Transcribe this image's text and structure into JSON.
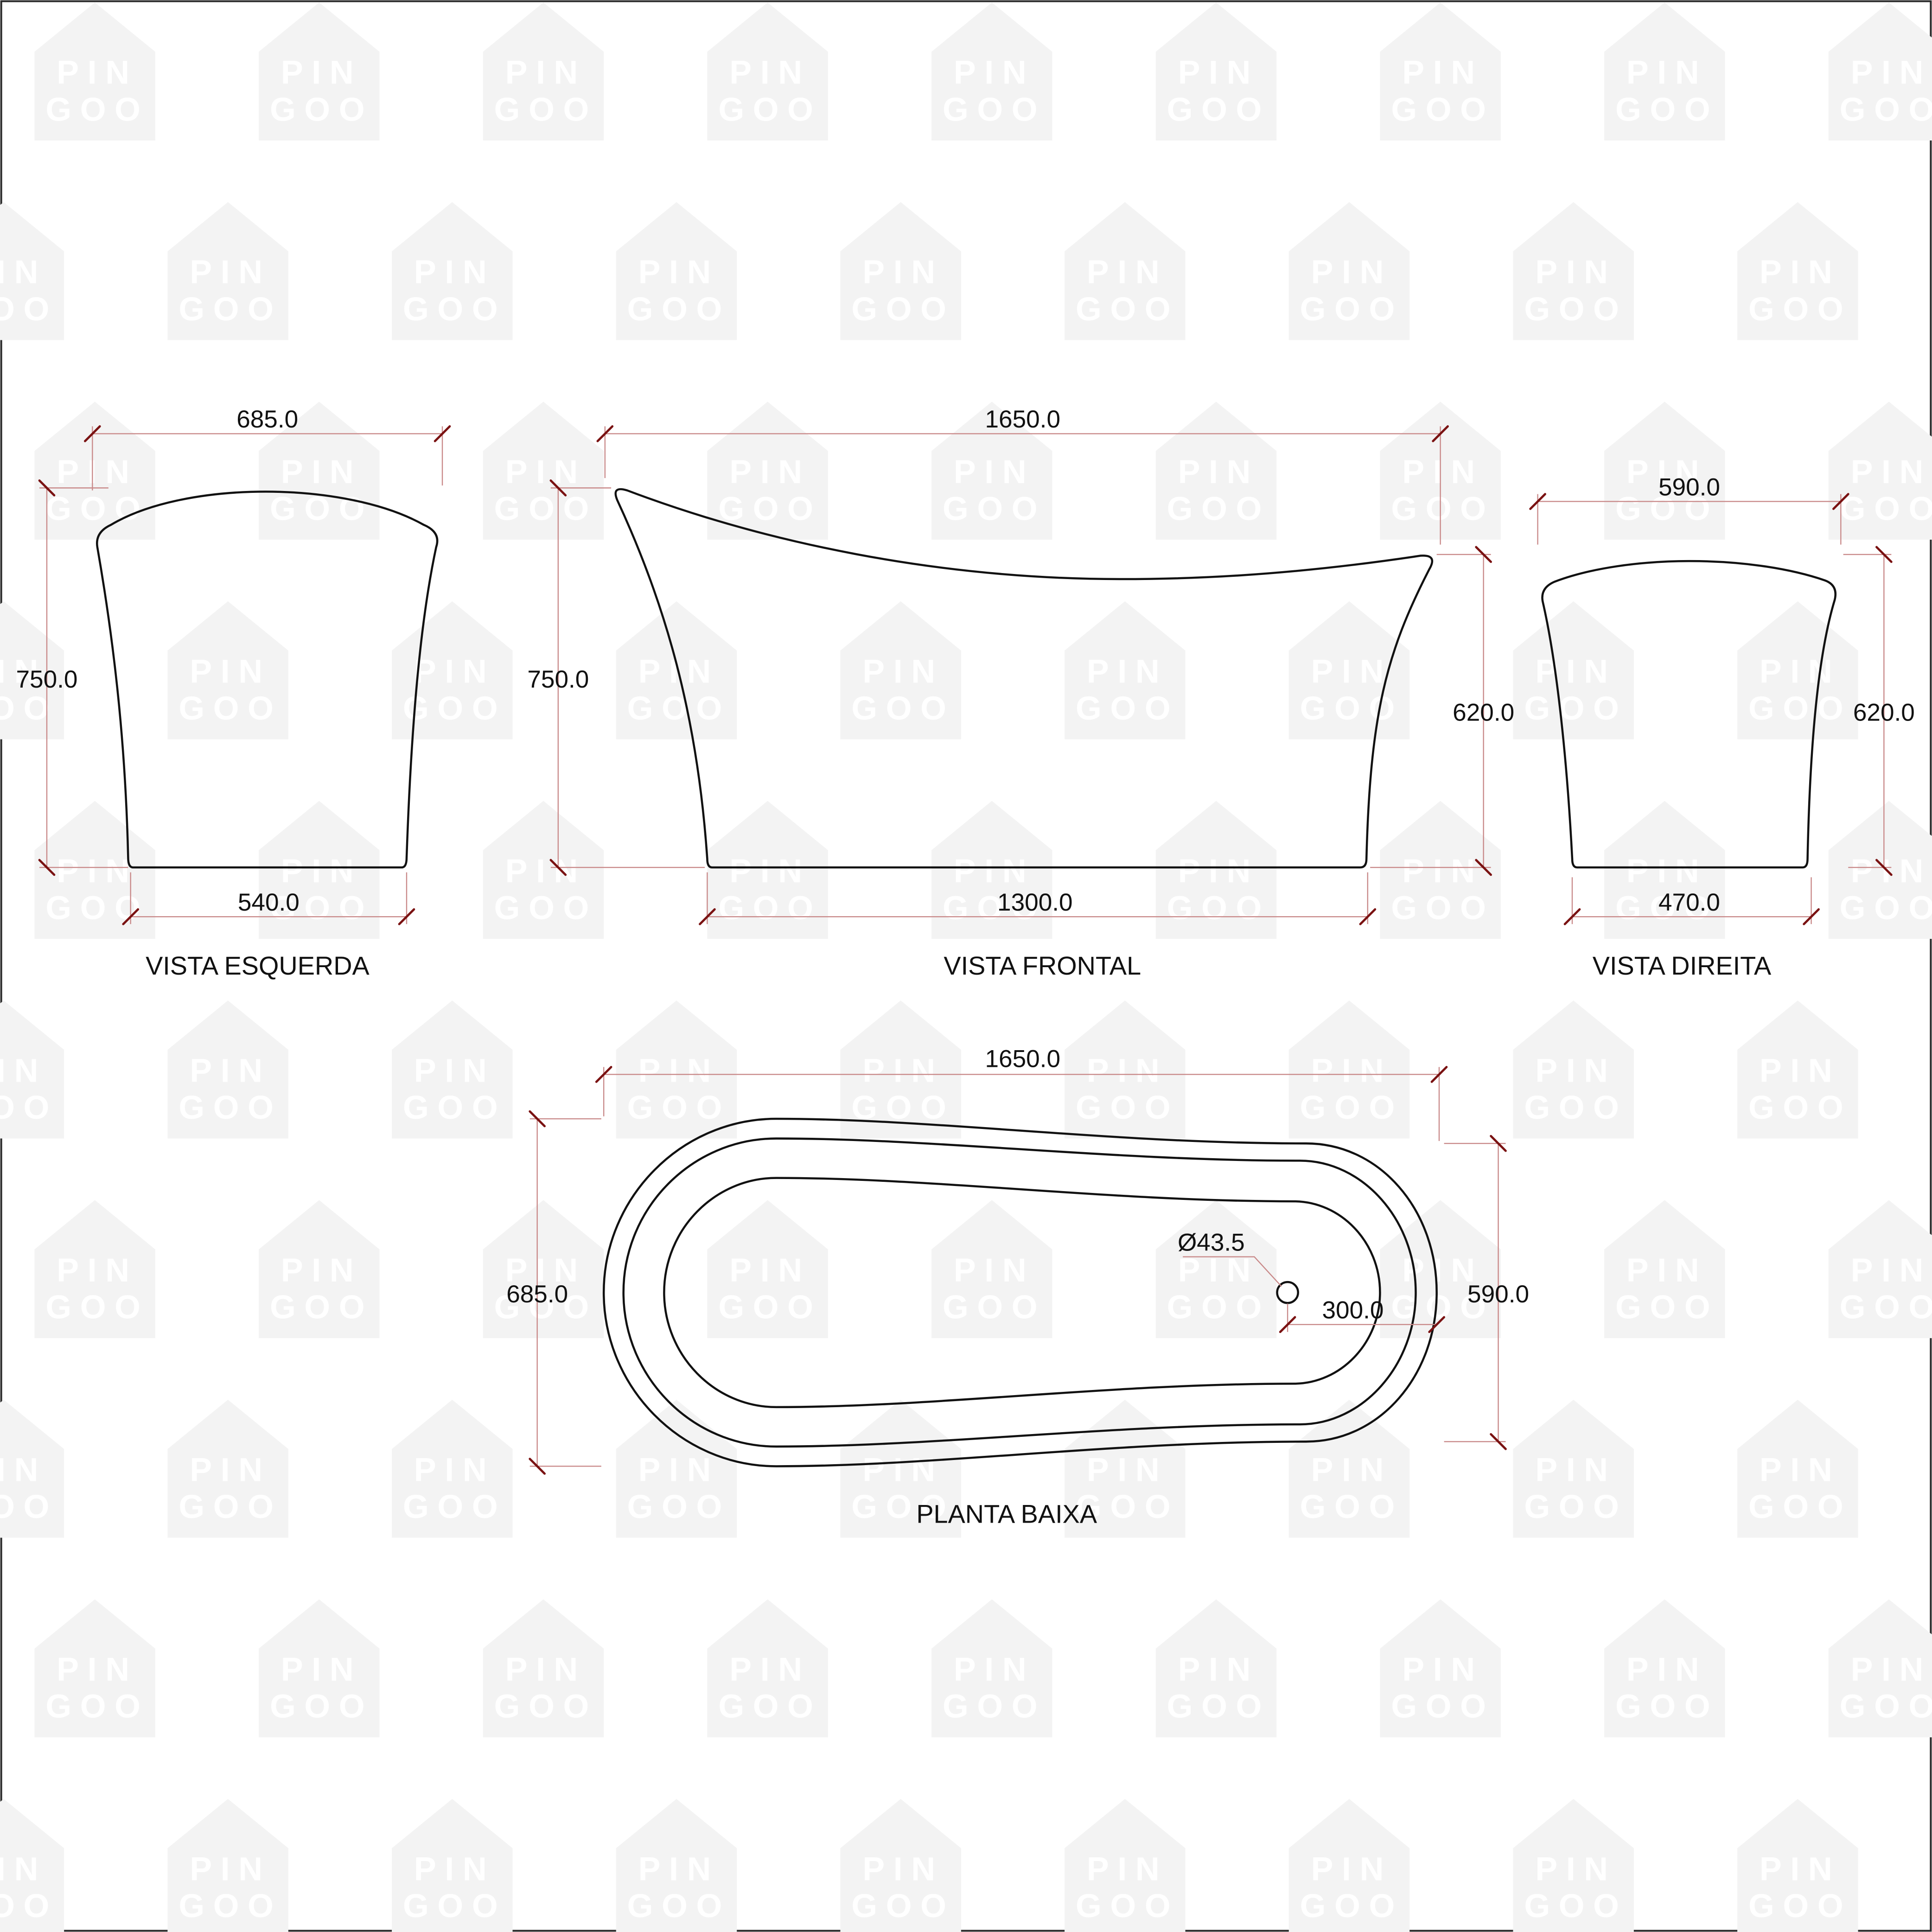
{
  "watermark": {
    "line1": "PIN",
    "line2": "GOO"
  },
  "views": {
    "left": {
      "label": "VISTA ESQUERDA",
      "dims": {
        "top": "685.0",
        "height": "750.0",
        "bottom": "540.0"
      }
    },
    "front": {
      "label": "VISTA FRONTAL",
      "dims": {
        "top": "1650.0",
        "height_left": "750.0",
        "height_right": "620.0",
        "bottom": "1300.0"
      }
    },
    "right": {
      "label": "VISTA DIREITA",
      "dims": {
        "top": "590.0",
        "height": "620.0",
        "bottom": "470.0"
      }
    },
    "plan": {
      "label": "PLANTA BAIXA",
      "dims": {
        "length": "1650.0",
        "width_left": "685.0",
        "width_right": "590.0",
        "drain_diameter": "Ø43.5",
        "drain_offset": "300.0"
      }
    }
  },
  "colors": {
    "outline": "#111111",
    "dimension_line": "#c98a8a",
    "dimension_tick": "#7a1212",
    "watermark": "#f3f3f3"
  }
}
